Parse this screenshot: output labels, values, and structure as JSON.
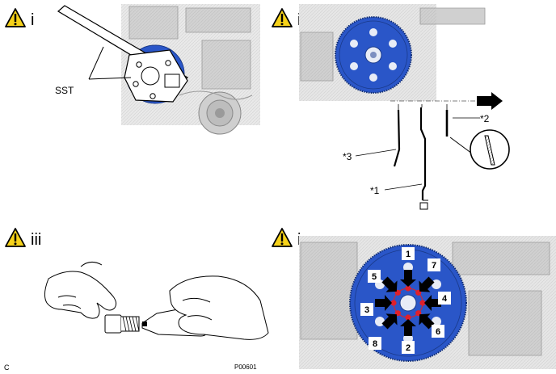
{
  "panels": [
    {
      "id": "i",
      "roman": "i",
      "labels": {
        "sst": "SST"
      }
    },
    {
      "id": "ii",
      "roman": "ii",
      "labels": {
        "c1": "*1",
        "c2": "*2",
        "c3": "*3"
      }
    },
    {
      "id": "iii",
      "roman": "iii"
    },
    {
      "id": "iv",
      "roman": "iv",
      "bolt_numbers": [
        "1",
        "2",
        "3",
        "4",
        "5",
        "6",
        "7",
        "8"
      ]
    }
  ],
  "footer": {
    "corner_letter": "C",
    "figure_code": "P00601"
  },
  "colors": {
    "flywheel_blue": "#2a56c8",
    "bolt_red": "#e0202a",
    "warning_yellow": "#f6d21a"
  }
}
